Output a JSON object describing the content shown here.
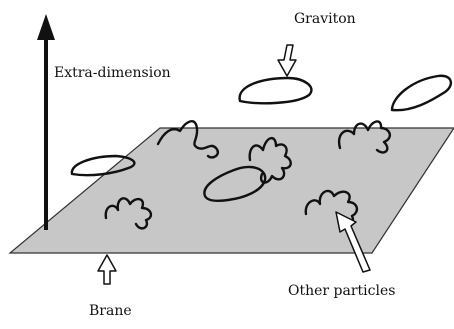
{
  "labels": {
    "extra_dimension": "Extra-dimension",
    "graviton": "Graviton",
    "brane": "Brane",
    "other_particles": "Other particles"
  },
  "colors": {
    "brane_fill": "#c7c7c7",
    "stroke": "#111111",
    "hollow_arrow_fill": "#ffffff"
  },
  "icons": {
    "axis": "upward-arrow",
    "pointer": "hollow-arrow"
  }
}
